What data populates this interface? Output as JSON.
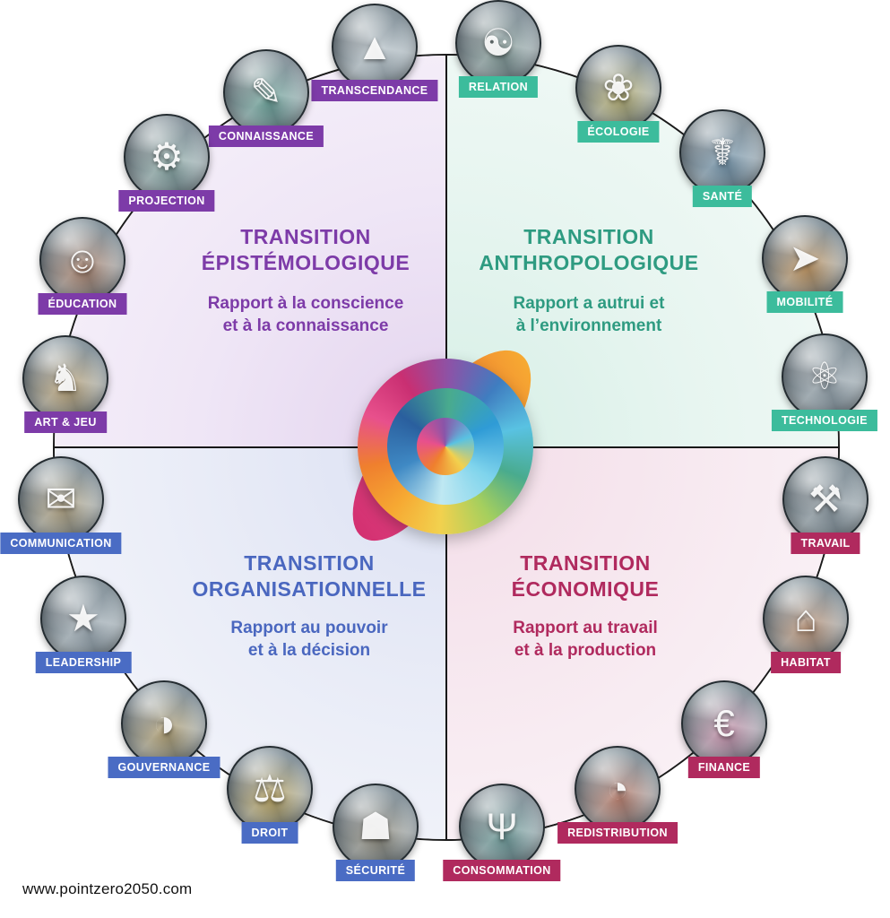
{
  "footer": {
    "website": "www.pointzero2050.com"
  },
  "quadrants": [
    {
      "title_line1": "TRANSITION",
      "title_line2": "ÉPISTÉMOLOGIQUE",
      "subtitle_line1": "Rapport à la conscience",
      "subtitle_line2": "et à la connaissance",
      "title_color": "#7d3ba8",
      "badge_color": "#7d3ba8",
      "items": [
        {
          "label": "TRANSCENDANCE",
          "glyph": "▲",
          "tint": "#cfd8dd99"
        },
        {
          "label": "CONNAISSANCE",
          "glyph": "✎",
          "tint": "#4fa08a80"
        },
        {
          "label": "PROJECTION",
          "glyph": "⚙",
          "tint": "#7fae9e66"
        },
        {
          "label": "ÉDUCATION",
          "glyph": "☺",
          "tint": "#b0704d99"
        },
        {
          "label": "ART & JEU",
          "glyph": "♞",
          "tint": "#c9a05e99"
        }
      ]
    },
    {
      "title_line1": "TRANSITION",
      "title_line2": "ANTHROPOLOGIQUE",
      "subtitle_line1": "Rapport a autrui et",
      "subtitle_line2": "à l’environnement",
      "title_color": "#2e9b81",
      "badge_color": "#3cbc9c",
      "items": [
        {
          "label": "RELATION",
          "glyph": "☯",
          "tint": "#6e8f7e66"
        },
        {
          "label": "ÉCOLOGIE",
          "glyph": "❀",
          "tint": "#c9b44e88"
        },
        {
          "label": "SANTÉ",
          "glyph": "☤",
          "tint": "#5f89a788"
        },
        {
          "label": "MOBILITÉ",
          "glyph": "➤",
          "tint": "#d08a3a99"
        },
        {
          "label": "TECHNOLOGIE",
          "glyph": "⚛",
          "tint": "#9aa5ad88"
        }
      ]
    },
    {
      "title_line1": "TRANSITION",
      "title_line2": "ORGANISATIONNELLE",
      "subtitle_line1": "Rapport au pouvoir",
      "subtitle_line2": "et à la décision",
      "title_color": "#4a67bf",
      "badge_color": "#4a6cc4",
      "items": [
        {
          "label": "COMMUNICATION",
          "glyph": "✉",
          "tint": "#c0a06788"
        },
        {
          "label": "LEADERSHIP",
          "glyph": "★",
          "tint": "#aab4bc88"
        },
        {
          "label": "GOUVERNANCE",
          "glyph": "◑",
          "tint": "#c09a4d88"
        },
        {
          "label": "DROIT",
          "glyph": "⚖",
          "tint": "#c9a23e99"
        },
        {
          "label": "SÉCURITÉ",
          "glyph": "☗",
          "tint": "#8a7a5e88"
        }
      ]
    },
    {
      "title_line1": "TRANSITION",
      "title_line2": "ÉCONOMIQUE",
      "subtitle_line1": "Rapport au travail",
      "subtitle_line2": "et à la production",
      "title_color": "#b02a5e",
      "badge_color": "#b02a5e",
      "items": [
        {
          "label": "TRAVAIL",
          "glyph": "⚒",
          "tint": "#8a949b88"
        },
        {
          "label": "HABITAT",
          "glyph": "⌂",
          "tint": "#c98a5e99"
        },
        {
          "label": "FINANCE",
          "glyph": "€",
          "tint": "#d886a699"
        },
        {
          "label": "REDISTRIBUTION",
          "glyph": "◔",
          "tint": "#c76b4e99"
        },
        {
          "label": "CONSOMMATION",
          "glyph": "Ψ",
          "tint": "#56958c88"
        }
      ]
    }
  ]
}
